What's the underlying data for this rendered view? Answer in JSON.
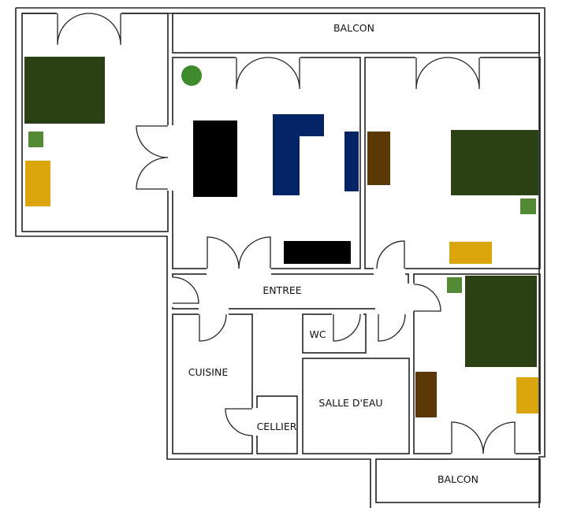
{
  "labels": {
    "balcon_top": "BALCON",
    "entree": "ENTREE",
    "wc": "WC",
    "cuisine": "CUISINE",
    "salle_deau": "SALLE D'EAU",
    "cellier": "CELLIER",
    "balcon_bottom": "BALCON"
  },
  "colors": {
    "wall": "#222222",
    "bed": "#2b4114",
    "nightstand": "#548a35",
    "desk": "#d9a40c",
    "wardrobe": "#5a3907",
    "sofa": "#000000",
    "blue_furniture": "#052466",
    "plant": "#3f8a2c"
  }
}
